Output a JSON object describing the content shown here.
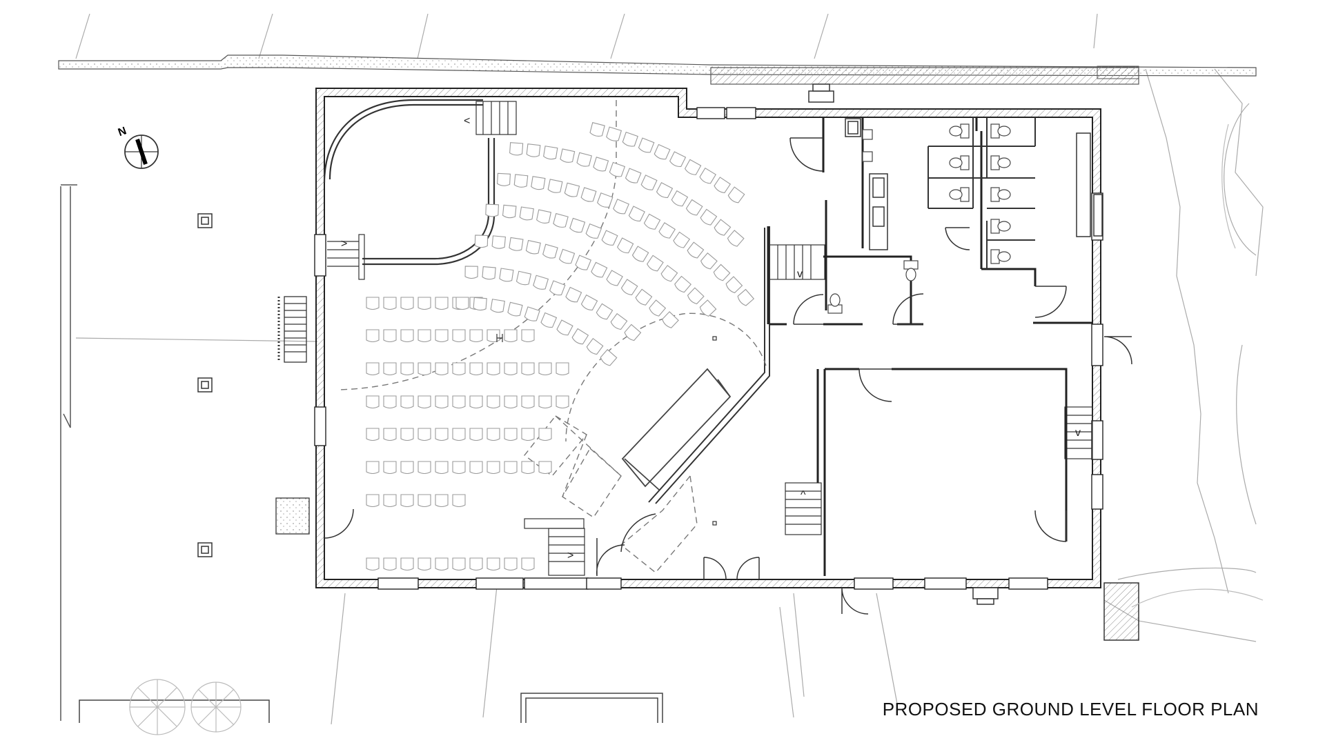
{
  "title": "PROPOSED GROUND LEVEL FLOOR PLAN",
  "north_label": "N",
  "stair_marks": [
    "<",
    ">",
    "v",
    "^"
  ],
  "colors": {
    "line": "#333333",
    "light": "#bbbbbb",
    "hatch": "#999999",
    "seat": "#9a9a9a"
  }
}
